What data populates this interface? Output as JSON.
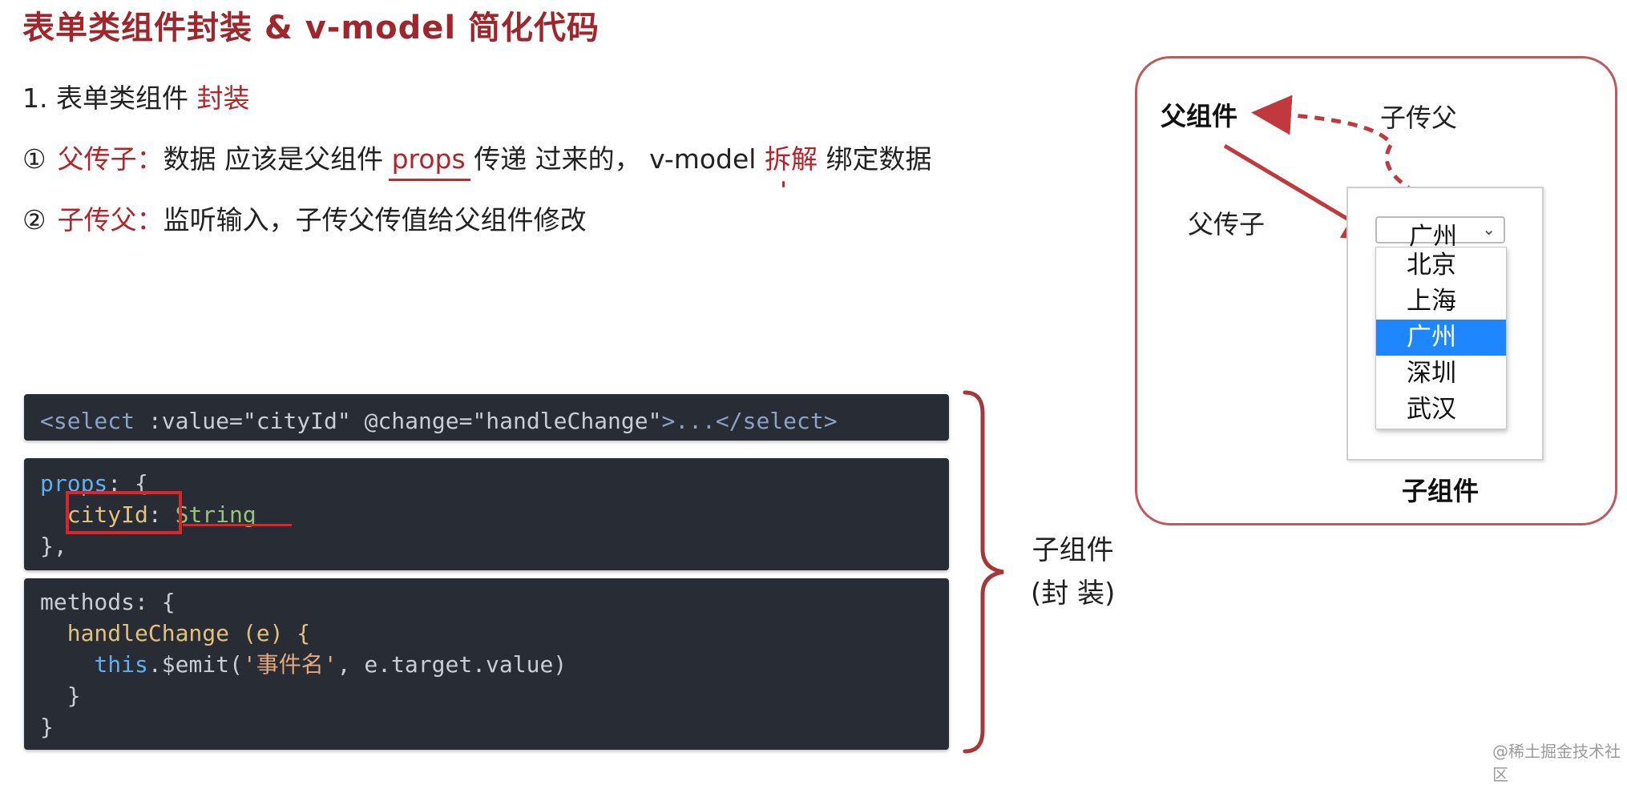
{
  "title": "表单类组件封装 & v-model 简化代码",
  "point1": {
    "prefix": "1. 表单类组件 ",
    "highlight": "封装"
  },
  "point2": {
    "marker": "①",
    "label": "父传子：",
    "t1": "数据 应该是父组件 ",
    "props": "props",
    "t2": " 传递 过来的，  v-model ",
    "chai": "拆解",
    "t3": " 绑定数据"
  },
  "point3": {
    "marker": "②",
    "label": "子传父：",
    "text": "监听输入，子传父传值给父组件修改"
  },
  "code1": {
    "open": "<select ",
    "attr1": ":value=",
    "val1": "\"cityId\"",
    "attr2": " @change=",
    "val2": "\"handleChange\"",
    "rest": ">...</select>"
  },
  "code2": {
    "l1a": "props",
    "l1b": ": {",
    "l2key": "cityId",
    "l2colon": ": ",
    "l2type": "String",
    "l3": "},"
  },
  "code3": {
    "l1a": "methods",
    "l1b": ": {",
    "l2": "  handleChange (e) {",
    "l3this": "this",
    "l3emit": ".$emit(",
    "l3str": "'事件名'",
    "l3rest": ", e.target.value)",
    "l4": "  }",
    "l5": "}"
  },
  "child_label": {
    "line1": "子组件",
    "line2": "(封  装)"
  },
  "diagram": {
    "parent": "父组件",
    "child_to_parent": "子传父",
    "parent_to_child": "父传子",
    "child": "子组件",
    "select_value": "广州",
    "options": [
      "北京",
      "上海",
      "广州",
      "深圳",
      "武汉"
    ],
    "selected_index": 2
  },
  "watermark": "@稀土掘金技术社区",
  "colors": {
    "accent": "#b3242b",
    "code_bg": "#282c34",
    "select_highlight": "#1e86ff"
  }
}
